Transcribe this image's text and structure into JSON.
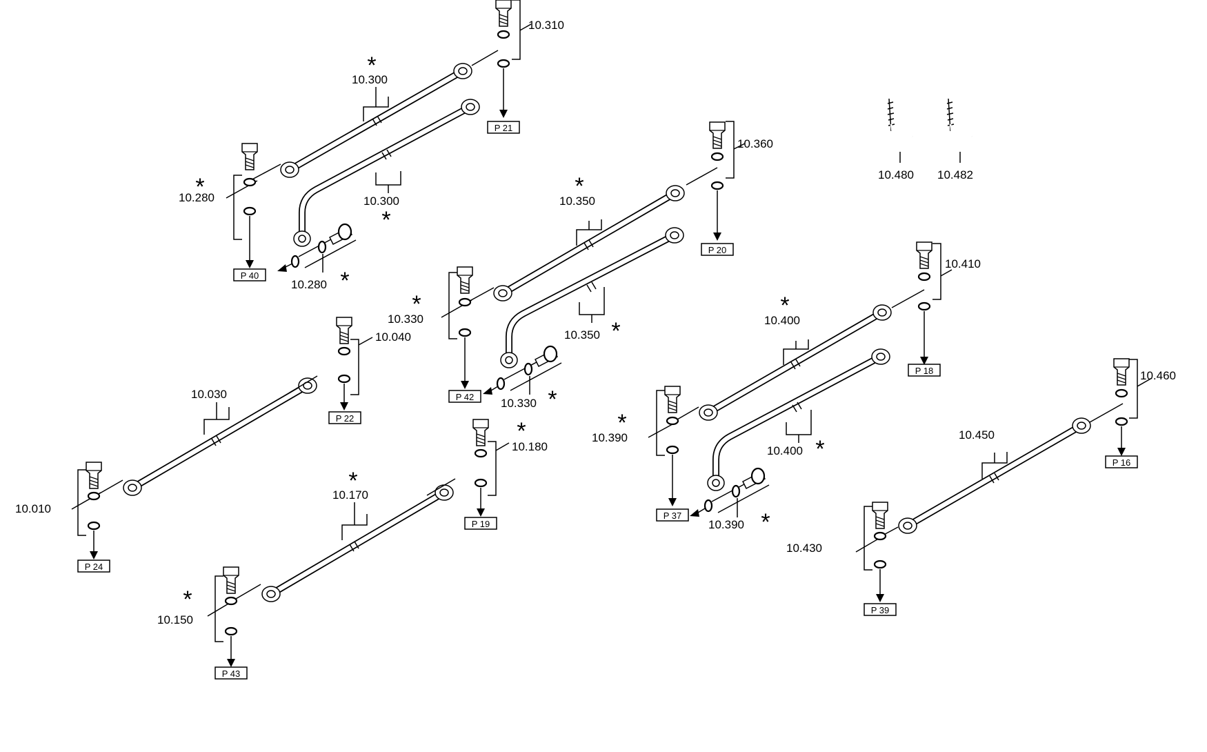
{
  "part_numbers": {
    "p10_010": "10.010",
    "p10_030": "10.030",
    "p10_040": "10.040",
    "p10_150": "10.150",
    "p10_170": "10.170",
    "p10_180": "10.180",
    "p10_280": "10.280",
    "p10_300": "10.300",
    "p10_310": "10.310",
    "p10_330": "10.330",
    "p10_350": "10.350",
    "p10_360": "10.360",
    "p10_390": "10.390",
    "p10_400": "10.400",
    "p10_410": "10.410",
    "p10_430": "10.430",
    "p10_450": "10.450",
    "p10_460": "10.460",
    "p10_480": "10.480",
    "p10_482": "10.482"
  },
  "page_refs": {
    "p16": "P 16",
    "p18": "P 18",
    "p19": "P 19",
    "p20": "P 20",
    "p21": "P 21",
    "p22": "P 22",
    "p24": "P 24",
    "p37": "P 37",
    "p39": "P 39",
    "p40": "P 40",
    "p42": "P 42",
    "p43": "P 43"
  },
  "marker": "*"
}
